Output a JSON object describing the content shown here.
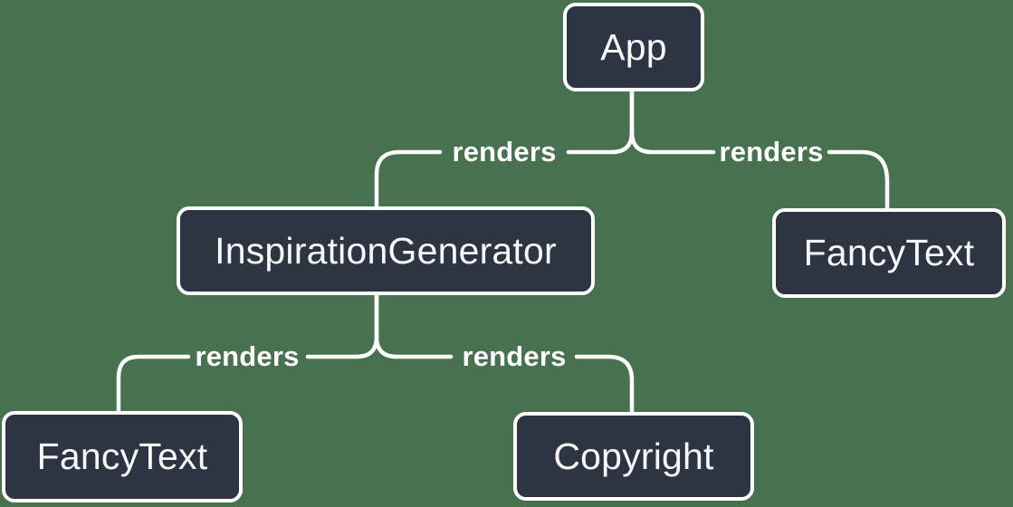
{
  "diagram": {
    "type": "component-render-tree",
    "colors": {
      "background": "#47714F",
      "node_fill": "#2D3442",
      "node_border": "#FFFFFF",
      "node_text": "#F6F7F9",
      "edge_line": "#FFFFFF",
      "edge_label_text": "#FFFFFF"
    },
    "nodes": [
      {
        "id": "app",
        "label": "App"
      },
      {
        "id": "inspiration-generator",
        "label": "InspirationGenerator"
      },
      {
        "id": "fancy-text-top-right",
        "label": "FancyText"
      },
      {
        "id": "fancy-text-bottom-left",
        "label": "FancyText"
      },
      {
        "id": "copyright",
        "label": "Copyright"
      }
    ],
    "edges": [
      {
        "from": "App",
        "to": "InspirationGenerator",
        "label": "renders"
      },
      {
        "from": "App",
        "to": "FancyText",
        "label": "renders"
      },
      {
        "from": "InspirationGenerator",
        "to": "FancyText",
        "label": "renders"
      },
      {
        "from": "InspirationGenerator",
        "to": "Copyright",
        "label": "renders"
      }
    ]
  }
}
